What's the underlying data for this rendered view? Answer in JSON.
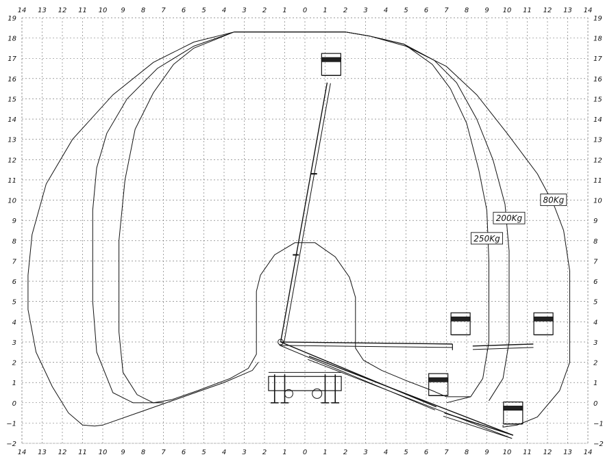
{
  "chart_data": {
    "type": "diagram",
    "x_ticks": [
      "14",
      "13",
      "12",
      "11",
      "10",
      "9",
      "8",
      "7",
      "6",
      "5",
      "4",
      "3",
      "2",
      "1",
      "0",
      "1",
      "2",
      "3",
      "4",
      "5",
      "6",
      "7",
      "8",
      "9",
      "10",
      "11",
      "12",
      "13",
      "14"
    ],
    "y_ticks": [
      "19",
      "18",
      "17",
      "16",
      "15",
      "14",
      "13",
      "12",
      "11",
      "10",
      "9",
      "8",
      "7",
      "6",
      "5",
      "4",
      "3",
      "2",
      "1",
      "0",
      "−1",
      "−2"
    ],
    "xlim": [
      -14,
      14
    ],
    "ylim": [
      -2,
      19
    ],
    "grid": true,
    "envelopes": [
      {
        "label": "80Kg",
        "points": [
          [
            -3.5,
            18.3
          ],
          [
            -1,
            18.3
          ],
          [
            2,
            18.3
          ],
          [
            3.2,
            18.1
          ],
          [
            5,
            17.6
          ],
          [
            7,
            16.6
          ],
          [
            8.5,
            15.2
          ],
          [
            10,
            13.3
          ],
          [
            11.5,
            11.3
          ],
          [
            12.3,
            9.8
          ],
          [
            12.8,
            8.5
          ],
          [
            13.1,
            6.5
          ],
          [
            13.1,
            2
          ],
          [
            12.6,
            0.6
          ],
          [
            11.5,
            -0.7
          ],
          [
            10.5,
            -1.1
          ],
          [
            9.8,
            -1.2
          ],
          [
            9.8,
            -1.1
          ]
        ],
        "left_points": [
          [
            -3.5,
            18.3
          ],
          [
            -5.5,
            17.8
          ],
          [
            -7.5,
            16.8
          ],
          [
            -9.5,
            15.2
          ],
          [
            -11.5,
            13
          ],
          [
            -12.8,
            10.8
          ],
          [
            -13.5,
            8.3
          ],
          [
            -13.7,
            6.3
          ],
          [
            -13.7,
            4.6
          ],
          [
            -13.3,
            2.5
          ],
          [
            -12.5,
            0.8
          ],
          [
            -11.7,
            -0.5
          ],
          [
            -11,
            -1.1
          ],
          [
            -10.4,
            -1.15
          ],
          [
            -10,
            -1.1
          ],
          [
            -8,
            -0.4
          ],
          [
            -6,
            0.3
          ],
          [
            -4,
            1
          ],
          [
            -2.6,
            1.6
          ],
          [
            -2.3,
            2
          ]
        ]
      },
      {
        "label": "200Kg",
        "points": [
          [
            -3.5,
            18.3
          ],
          [
            2,
            18.3
          ],
          [
            3.2,
            18.1
          ],
          [
            4.9,
            17.7
          ],
          [
            6.4,
            16.9
          ],
          [
            7.5,
            15.8
          ],
          [
            8.5,
            14
          ],
          [
            9.3,
            12
          ],
          [
            9.9,
            9.8
          ],
          [
            10.1,
            7.5
          ],
          [
            10.1,
            3
          ],
          [
            9.8,
            1.2
          ],
          [
            9.1,
            0.1
          ]
        ],
        "left_points": [
          [
            -3.5,
            18.3
          ],
          [
            -5.5,
            17.6
          ],
          [
            -7.3,
            16.5
          ],
          [
            -8.8,
            15
          ],
          [
            -9.8,
            13.3
          ],
          [
            -10.3,
            11.6
          ],
          [
            -10.5,
            9.5
          ],
          [
            -10.5,
            5
          ],
          [
            -10.3,
            2.5
          ],
          [
            -9.5,
            0.5
          ],
          [
            -8.5,
            0
          ],
          [
            -7,
            0
          ]
        ]
      },
      {
        "label": "250Kg",
        "points": [
          [
            -3.5,
            18.3
          ],
          [
            2,
            18.3
          ],
          [
            3.2,
            18.1
          ],
          [
            4.9,
            17.7
          ],
          [
            6.3,
            16.7
          ],
          [
            7.2,
            15.5
          ],
          [
            8,
            13.8
          ],
          [
            8.6,
            11.5
          ],
          [
            9,
            9.5
          ],
          [
            9.1,
            7
          ],
          [
            9.1,
            3
          ],
          [
            8.8,
            1.2
          ],
          [
            8.2,
            0.3
          ],
          [
            7,
            0
          ]
        ],
        "left_points": [
          [
            -3.5,
            18.3
          ],
          [
            -5.5,
            17.5
          ],
          [
            -6.5,
            16.7
          ],
          [
            -7.5,
            15.3
          ],
          [
            -8.4,
            13.5
          ],
          [
            -8.9,
            11
          ],
          [
            -9.2,
            8
          ],
          [
            -9.2,
            3.5
          ],
          [
            -9,
            1.5
          ],
          [
            -8.3,
            0.4
          ],
          [
            -7.5,
            0
          ],
          [
            -6.6,
            0.15
          ],
          [
            -5.3,
            0.6
          ],
          [
            -3.7,
            1.2
          ],
          [
            -2.8,
            1.7
          ],
          [
            -2.4,
            2.4
          ],
          [
            -2.4,
            5.5
          ],
          [
            -2.2,
            6.3
          ],
          [
            -1.5,
            7.3
          ],
          [
            -0.5,
            7.9
          ],
          [
            0.5,
            7.9
          ],
          [
            1.5,
            7.2
          ],
          [
            2.2,
            6.2
          ],
          [
            2.5,
            5.2
          ],
          [
            2.5,
            2.7
          ],
          [
            2.9,
            2.1
          ],
          [
            3.8,
            1.6
          ],
          [
            5,
            1.1
          ],
          [
            6.3,
            0.6
          ],
          [
            7,
            0.3
          ],
          [
            8.2,
            0.3
          ]
        ]
      }
    ],
    "load_labels": [
      {
        "text": "80Kg",
        "x": 12.3,
        "y": 10
      },
      {
        "text": "200Kg",
        "x": 10.1,
        "y": 9.1
      },
      {
        "text": "250Kg",
        "x": 9.0,
        "y": 8.1
      }
    ]
  }
}
